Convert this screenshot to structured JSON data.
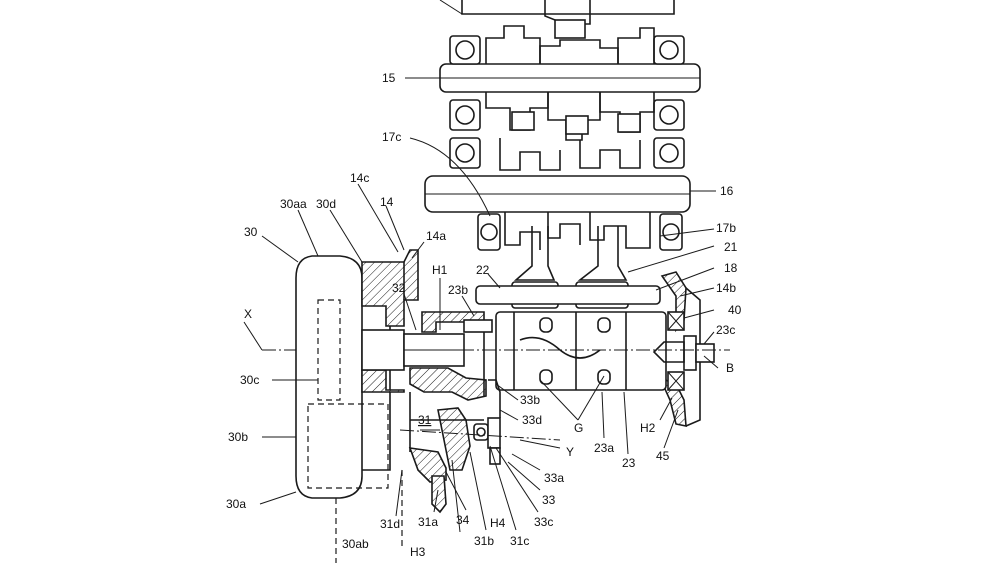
{
  "labels": {
    "l15": "15",
    "l16": "16",
    "l17c": "17c",
    "l17b": "17b",
    "l21": "21",
    "l18": "18",
    "l14b": "14b",
    "l40": "40",
    "l23c": "23c",
    "lB": "B",
    "lH2": "H2",
    "l45": "45",
    "l23": "23",
    "l23a": "23a",
    "lG": "G",
    "lY": "Y",
    "l33": "33",
    "l33a": "33a",
    "l33b": "33b",
    "l33c": "33c",
    "l33d": "33d",
    "l31c": "31c",
    "l31b": "31b",
    "lH4": "H4",
    "l34": "34",
    "l31a": "31a",
    "l31d": "31d",
    "l31": "31",
    "lH3": "H3",
    "l30ab": "30ab",
    "l30a": "30a",
    "l30b": "30b",
    "l30c": "30c",
    "lX": "X",
    "l30": "30",
    "l30aa": "30aa",
    "l30d": "30d",
    "l14c": "14c",
    "l14": "14",
    "l14a": "14a",
    "lH1": "H1",
    "l22": "22",
    "l32": "32",
    "l23b": "23b"
  }
}
